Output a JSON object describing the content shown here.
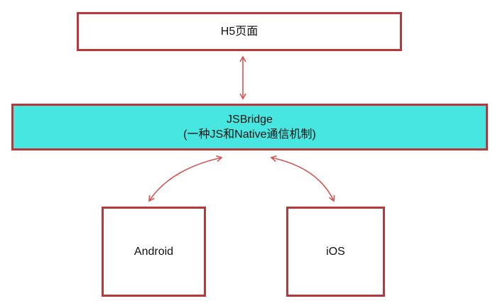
{
  "nodes": {
    "h5": {
      "label": "H5页面"
    },
    "bridge": {
      "title": "JSBridge",
      "subtitle": "(一种JS和Native通信机制)"
    },
    "android": {
      "label": "Android"
    },
    "ios": {
      "label": "iOS"
    }
  },
  "colors": {
    "border": "#b8373c",
    "arrow": "#d9534f",
    "bridge_fill": "#47e6e0"
  }
}
